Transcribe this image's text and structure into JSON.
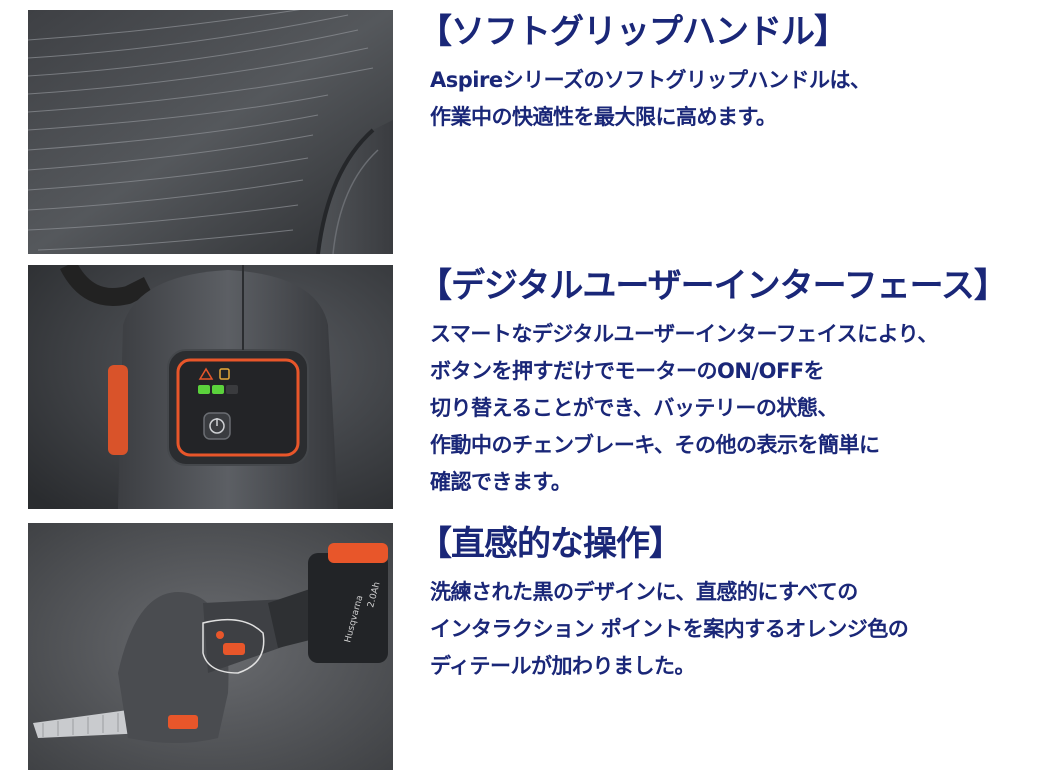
{
  "sections": [
    {
      "heading": "【ソフトグリップハンドル】",
      "lines": [
        "Aspireシリーズのソフトグリップハンドルは、",
        "作業中の快適性を最大限に高めます。"
      ]
    },
    {
      "heading": "【デジタルユーザーインターフェース】",
      "lines": [
        "スマートなデジタルユーザーインターフェイスにより、",
        "ボタンを押すだけでモーターのON/OFFを",
        "切り替えることができ、バッテリーの状態、",
        "作動中のチェンブレーキ、その他の表示を簡単に",
        "確認できます。"
      ]
    },
    {
      "heading": "【直感的な操作】",
      "lines": [
        "洗練された黒のデザインに、直感的にすべての",
        "インタラクション ポイントを案内するオレンジ色の",
        "ディテールが加わりました。"
      ]
    }
  ],
  "images": {
    "battery_brand": "Husqvarna",
    "battery_capacity": "2.0Ah"
  },
  "colors": {
    "text": "#1a2778",
    "accent_orange": "#e8562a",
    "led_green": "#5bd23c",
    "product_gray": "#4a4c50"
  }
}
